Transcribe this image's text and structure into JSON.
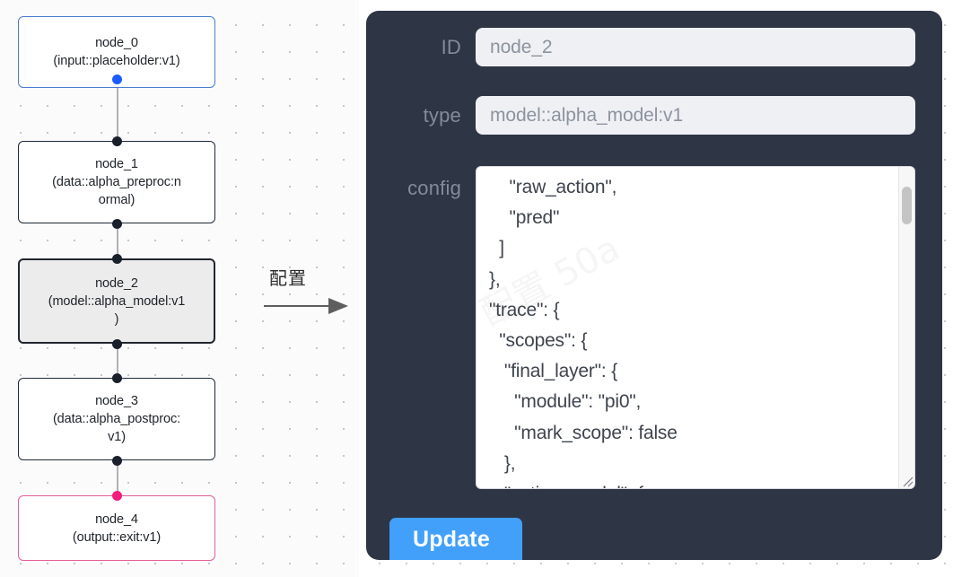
{
  "graph": {
    "nodes": [
      {
        "id": "node_0",
        "type_line": "(input::placeholder:v1)",
        "role": "input"
      },
      {
        "id": "node_1",
        "type_line_a": "(data::alpha_preproc:n",
        "type_line_b": "ormal)",
        "role": "default"
      },
      {
        "id": "node_2",
        "type_line_a": "(model::alpha_model:v1",
        "type_line_b": ")",
        "role": "selected"
      },
      {
        "id": "node_3",
        "type_line_a": "(data::alpha_postproc:",
        "type_line_b": "v1)",
        "role": "default"
      },
      {
        "id": "node_4",
        "type_line": "(output::exit:v1)",
        "role": "output"
      }
    ],
    "colors": {
      "input_border": "#4a7cd1",
      "output_border": "#e45e9c",
      "default_border": "#1f2937",
      "selected_fill": "#ececec",
      "input_port": "#1c5cff",
      "output_port": "#f21d7c",
      "default_port": "#1a1f2c",
      "edge": "#b1b1b7"
    }
  },
  "annotation": {
    "label": "配置",
    "arrow_icon": "right-arrow-icon"
  },
  "inspector": {
    "panel_bg": "#2e3545",
    "fields": {
      "id": {
        "label": "ID",
        "value": "node_2"
      },
      "type": {
        "label": "type",
        "value": "model::alpha_model:v1"
      },
      "config": {
        "label": "config",
        "value": "    \"raw_action\",\n    \"pred\"\n  ]\n},\n\"trace\": {\n  \"scopes\": {\n   \"final_layer\": {\n     \"module\": \"pi0\",\n     \"mark_scope\": false\n   },\n   \"action_model\": {"
      }
    },
    "update_button": {
      "label": "Update",
      "color": "#42a0fb"
    },
    "scrollbar": {
      "name": "config-scrollbar"
    }
  },
  "watermark": {
    "text": "配置 50a"
  }
}
